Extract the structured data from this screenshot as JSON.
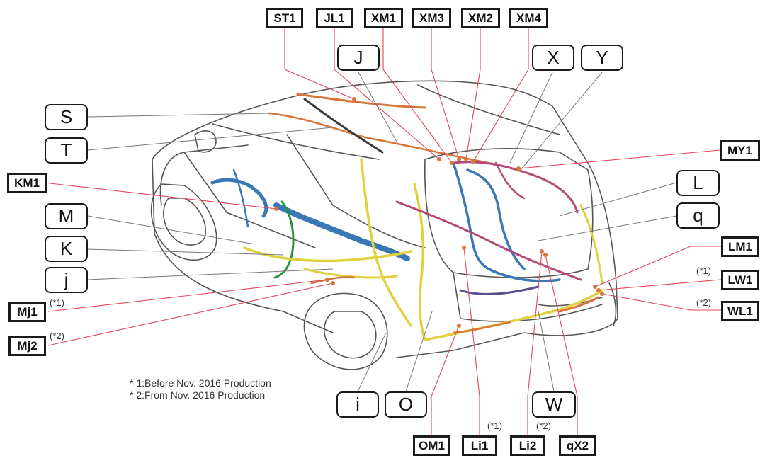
{
  "colors": {
    "leader": "#e3455a",
    "leader_gray": "#777777",
    "yellow": "#e2d13f",
    "blue": "#3a78b5",
    "magenta": "#b54a78",
    "green": "#2f8f46",
    "orange": "#d8743a"
  },
  "icons": [
    "vehicle-wiring-diagram-icon"
  ],
  "connectors": {
    "st1": "ST1",
    "jl1": "JL1",
    "xm1": "XM1",
    "xm3": "XM3",
    "xm2": "XM2",
    "xm4": "XM4",
    "my1": "MY1",
    "km1": "KM1",
    "lm1": "LM1",
    "lw1": "LW1",
    "wl1": "WL1",
    "mj1": "Mj1",
    "mj2": "Mj2",
    "om1": "OM1",
    "li1": "Li1",
    "li2": "Li2",
    "qx2": "qX2"
  },
  "parts": {
    "j_upper": "J",
    "x": "X",
    "y": "Y",
    "s": "S",
    "t": "T",
    "l": "L",
    "q": "q",
    "m": "M",
    "k": "K",
    "j_lower": "j",
    "i": "i",
    "o": "O",
    "w": "W"
  },
  "notes": {
    "star1": "(*1)",
    "star2": "(*2)"
  },
  "footnotes": {
    "line1": "* 1:Before Nov. 2016 Production",
    "line2": "* 2:From Nov. 2016 Production"
  }
}
